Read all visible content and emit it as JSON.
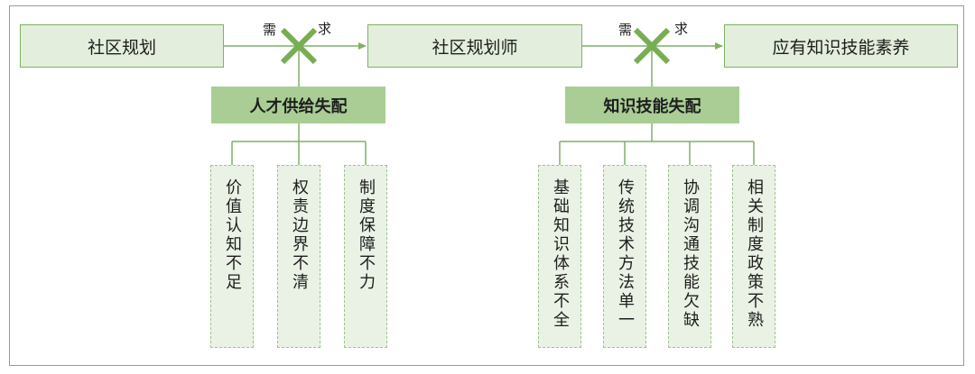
{
  "top_boxes": {
    "community_planning": "社区规划",
    "community_planner": "社区规划师",
    "required_skills": "应有知识技能素养"
  },
  "arrow_labels": {
    "demand_1": "需",
    "seek_1": "求",
    "demand_2": "需",
    "seek_2": "求"
  },
  "mismatch": {
    "talent_supply": "人才供给失配",
    "knowledge_skills": "知识技能失配"
  },
  "talent_causes": [
    "价值认知不足",
    "权责边界不清",
    "制度保障不力"
  ],
  "skill_causes": [
    "基础知识体系不全",
    "传统技术方法单一",
    "协调沟通技能欠缺",
    "相关制度政策不熟"
  ],
  "colors": {
    "line_green": "#7fb167",
    "cross_green": "#77ae52",
    "mid_fill": "#a9cd94",
    "top_fill": "#e3eedc",
    "leaf_fill": "#eaf2e5"
  }
}
